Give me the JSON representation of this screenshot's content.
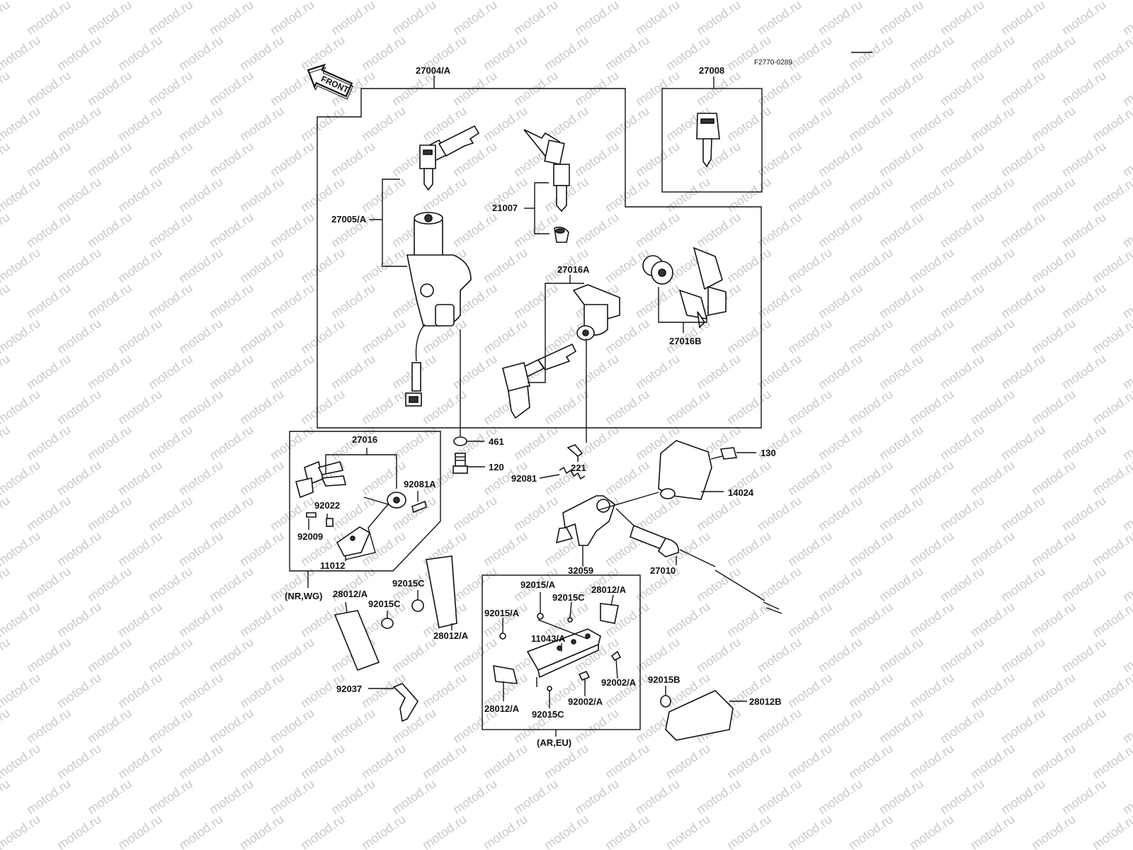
{
  "diagram": {
    "ref_code": "F2770-0289",
    "watermark": "motod.ru",
    "front_label": "FRONT",
    "parts": [
      {
        "id": "p27004A",
        "label": "27004/A"
      },
      {
        "id": "p27008",
        "label": "27008"
      },
      {
        "id": "p27005A",
        "label": "27005/A"
      },
      {
        "id": "p21007",
        "label": "21007"
      },
      {
        "id": "p27016A",
        "label": "27016A"
      },
      {
        "id": "p27016B",
        "label": "27016B"
      },
      {
        "id": "p27016",
        "label": "27016"
      },
      {
        "id": "p461",
        "label": "461"
      },
      {
        "id": "p120",
        "label": "120"
      },
      {
        "id": "p221",
        "label": "221"
      },
      {
        "id": "p130",
        "label": "130"
      },
      {
        "id": "p92081A",
        "label": "92081A"
      },
      {
        "id": "p92022",
        "label": "92022"
      },
      {
        "id": "p92009",
        "label": "92009"
      },
      {
        "id": "p11012",
        "label": "11012"
      },
      {
        "id": "p92081",
        "label": "92081"
      },
      {
        "id": "p14024",
        "label": "14024"
      },
      {
        "id": "p32059",
        "label": "32059"
      },
      {
        "id": "p27010",
        "label": "27010"
      },
      {
        "id": "pNRWG",
        "label": "(NR,WG)"
      },
      {
        "id": "p28012A_1",
        "label": "28012/A"
      },
      {
        "id": "p92015C_1",
        "label": "92015C"
      },
      {
        "id": "p92015C_2",
        "label": "92015C"
      },
      {
        "id": "p28012A_2",
        "label": "28012/A"
      },
      {
        "id": "p92015A_1",
        "label": "92015/A"
      },
      {
        "id": "p92015C_3",
        "label": "92015C"
      },
      {
        "id": "p28012A_3",
        "label": "28012/A"
      },
      {
        "id": "p92015A_2",
        "label": "92015/A"
      },
      {
        "id": "p11043A",
        "label": "11043/A"
      },
      {
        "id": "p92002A_1",
        "label": "92002/A"
      },
      {
        "id": "p92002A_2",
        "label": "92002/A"
      },
      {
        "id": "p28012A_4",
        "label": "28012/A"
      },
      {
        "id": "p92015C_4",
        "label": "92015C"
      },
      {
        "id": "pAREU",
        "label": "(AR,EU)"
      },
      {
        "id": "p92037",
        "label": "92037"
      },
      {
        "id": "p92015B",
        "label": "92015B"
      },
      {
        "id": "p28012B",
        "label": "28012B"
      }
    ]
  }
}
